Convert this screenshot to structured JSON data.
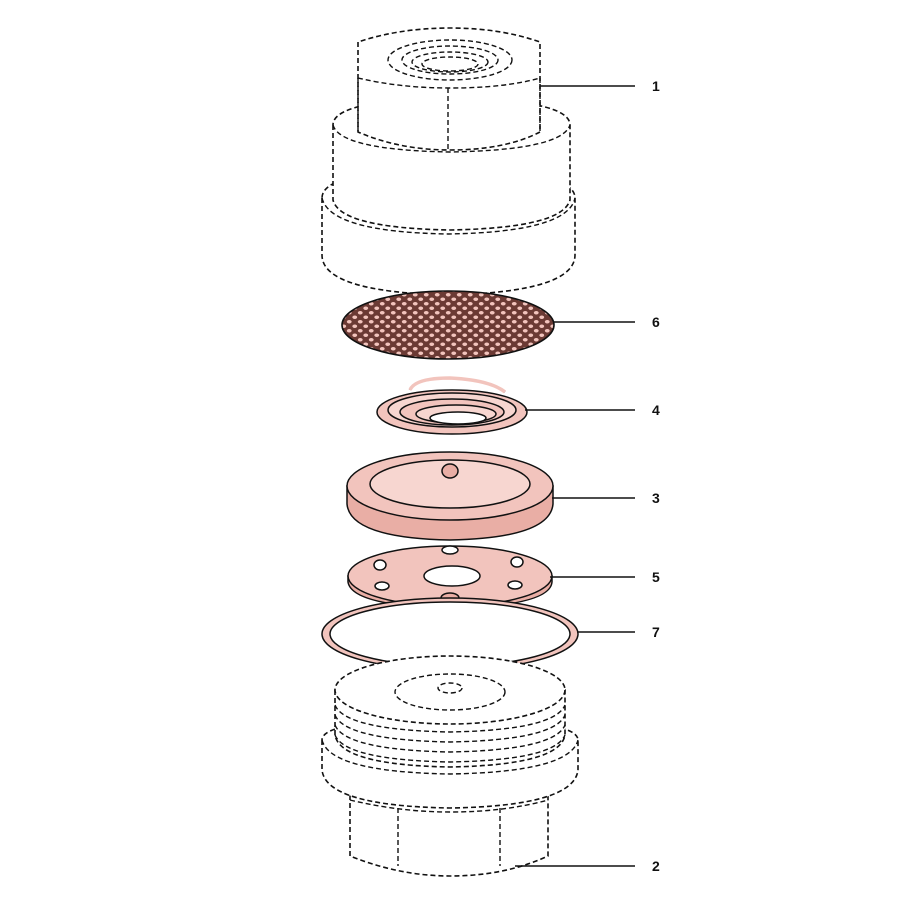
{
  "colors": {
    "part_fill": "#f2c4bd",
    "part_fill_light": "#f7d6d0",
    "part_fill_dark": "#e9aea5",
    "outline": "#111111"
  },
  "callouts": [
    {
      "id": "housing-top",
      "label": "1"
    },
    {
      "id": "mesh-strainer",
      "label": "6"
    },
    {
      "id": "spring",
      "label": "4"
    },
    {
      "id": "valve-disc",
      "label": "3"
    },
    {
      "id": "valve-seat-plate",
      "label": "5"
    },
    {
      "id": "o-ring",
      "label": "7"
    },
    {
      "id": "housing-bottom",
      "label": "2"
    }
  ]
}
